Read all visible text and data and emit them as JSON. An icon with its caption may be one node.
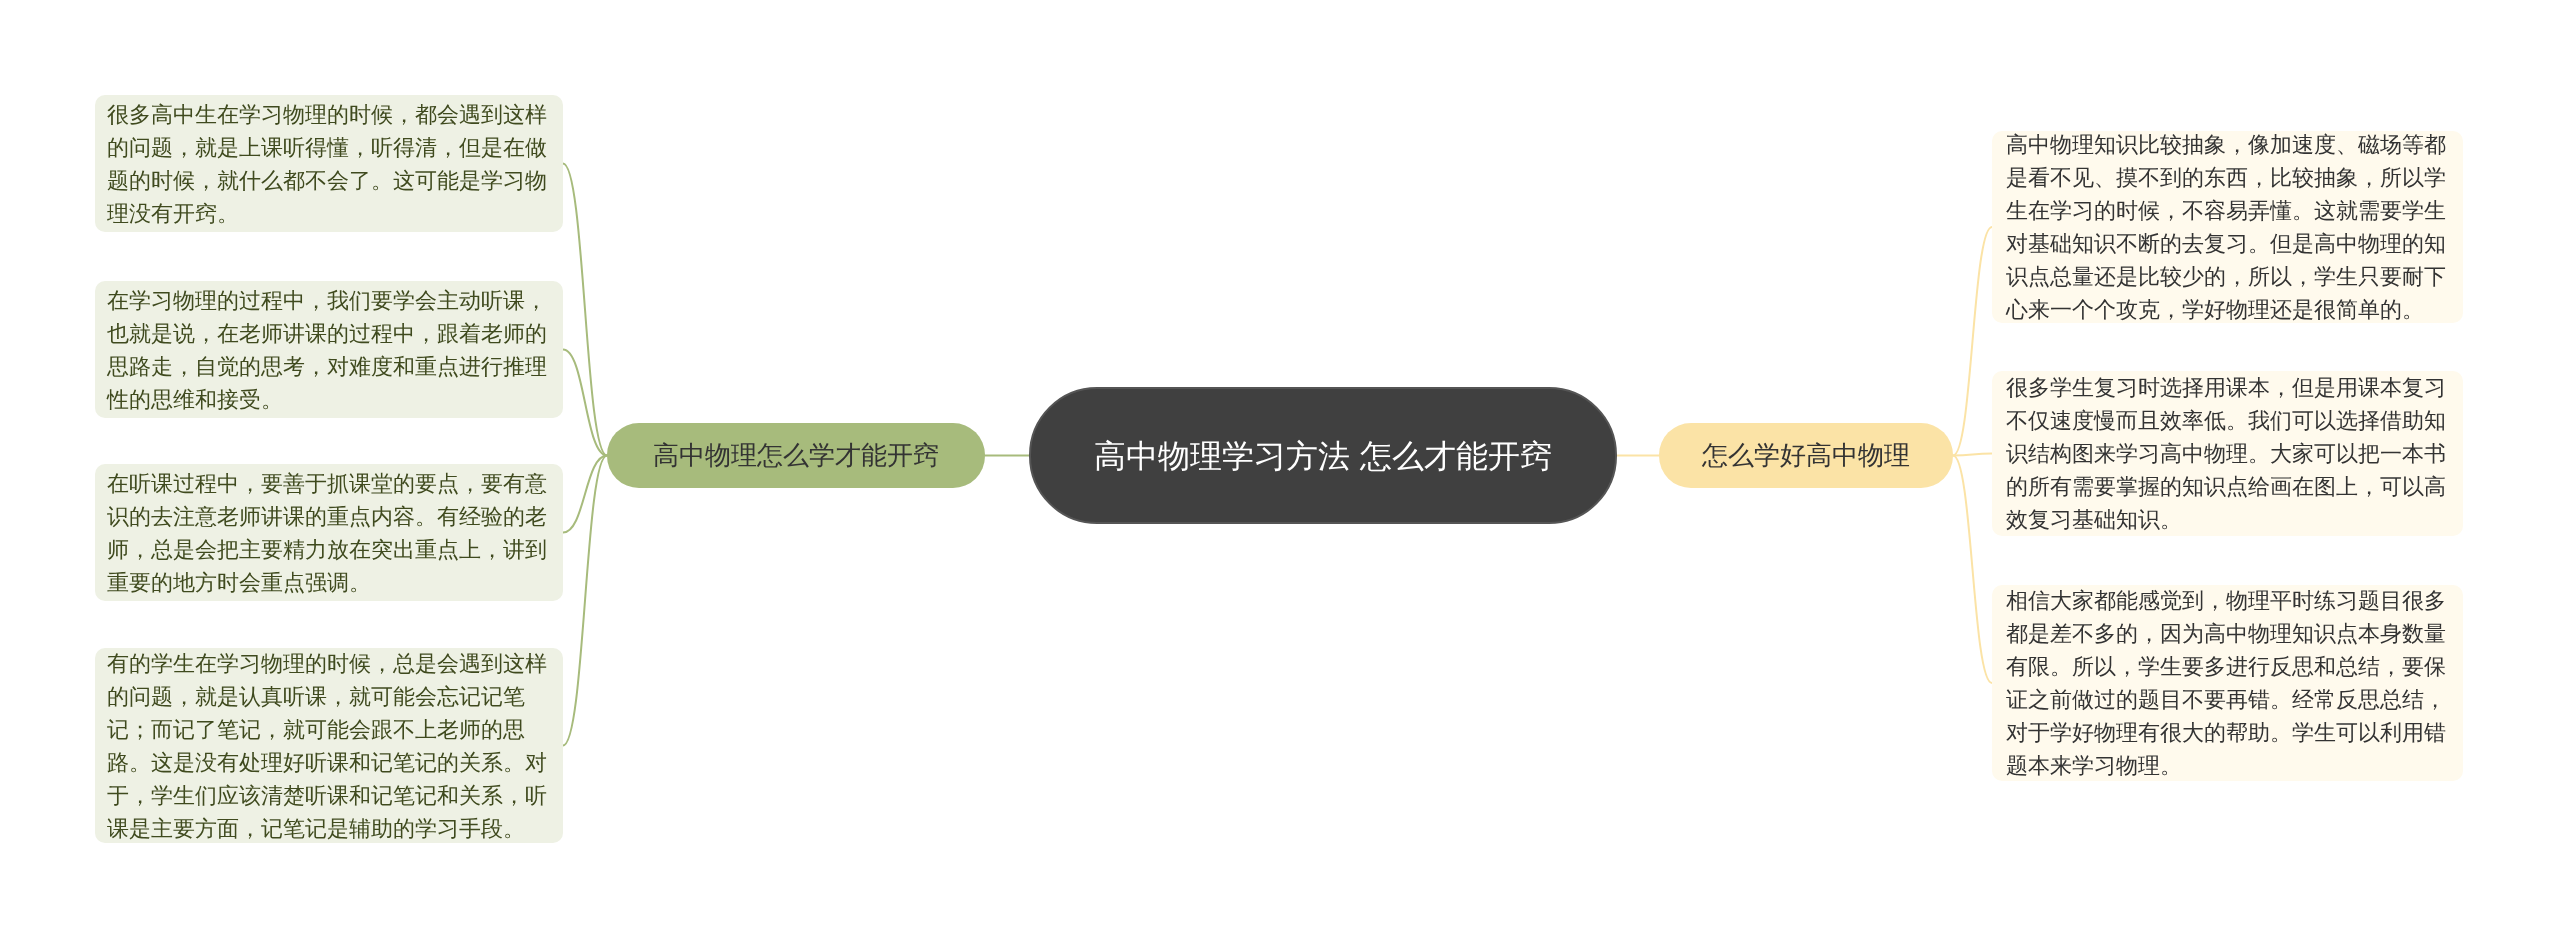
{
  "diagram": {
    "nodes": [
      {
        "text": [
          "高中物理学习方法 怎么才能开窍"
        ]
      },
      {
        "text": [
          "高中物理怎么学才能开窍"
        ]
      },
      {
        "text": [
          "很多高中生在学习物理的时候，都会遇到这样的问题，就是上课听得懂，听得清，但是在做题的时候，就什么都不会了。这可能是学习物理没有开窍。"
        ]
      },
      {
        "text": [
          "在学习物理的过程中，我们要学会主动听课，也就是说，在老师讲课的过程中，跟着老师的思路走，自觉的思考，对难度和重点进行推理性的思维和接受。"
        ]
      },
      {
        "text": [
          "在听课过程中，要善于抓课堂的要点，要有意识的去注意老师讲课的重点内容。有经验的老师，总是会把主要精力放在突出重点上，讲到重要的地方时会重点强调。"
        ]
      },
      {
        "text": [
          "有的学生在学习物理的时候，总是会遇到这样的问题，就是认真听课，就可能会忘记记笔记；而记了笔记，就可能会跟不上老师的思路。这是没有处理好听课和记笔记的关系。对于，学生们应该清楚听课和记笔记和关系，听课是主要方面，记笔记是辅助的学习手段。"
        ]
      },
      {
        "text": [
          "怎么学好高中物理"
        ]
      },
      {
        "text": [
          "高中物理知识比较抽象，像加速度、磁场等都是看不见、摸不到的东西，比较抽象，所以学生在学习的时候，不容易弄懂。这就需要学生对基础知识不断的去复习。但是高中物理的知识点总量还是比较少的，所以，学生只要耐下心来一个个攻克，学好物理还是很简单的。"
        ]
      },
      {
        "text": [
          "很多学生复习时选择用课本，但是用课本复习不仅速度慢而且效率低。我们可以选择借助知识结构图来学习高中物理。大家可以把一本书的所有需要掌握的知识点给画在图上，可以高效复习基础知识。"
        ]
      },
      {
        "text": [
          "相信大家都能感觉到，物理平时练习题目很多都是差不多的，因为高中物理知识点本身数量有限。所以，学生要多进行反思和总结，要保证之前做过的题目不要再错。经常反思总结，对于学好物理有很大的帮助。学生可以利用错题本来学习物理。"
        ]
      }
    ],
    "edges": [
      {
        "from": 0,
        "to": 1,
        "arrow": "none",
        "color": "#a7bb7c"
      },
      {
        "from": 1,
        "to": 2,
        "arrow": "none",
        "color": "#a7bb7c"
      },
      {
        "from": 1,
        "to": 3,
        "arrow": "none",
        "color": "#a7bb7c"
      },
      {
        "from": 1,
        "to": 4,
        "arrow": "none",
        "color": "#a7bb7c"
      },
      {
        "from": 1,
        "to": 5,
        "arrow": "none",
        "color": "#a7bb7c"
      },
      {
        "from": 0,
        "to": 6,
        "arrow": "none",
        "color": "#fbe3a6"
      },
      {
        "from": 6,
        "to": 7,
        "arrow": "none",
        "color": "#fbe3a6"
      },
      {
        "from": 6,
        "to": 8,
        "arrow": "none",
        "color": "#fbe3a6"
      },
      {
        "from": 6,
        "to": 9,
        "arrow": "none",
        "color": "#fbe3a6"
      }
    ]
  }
}
